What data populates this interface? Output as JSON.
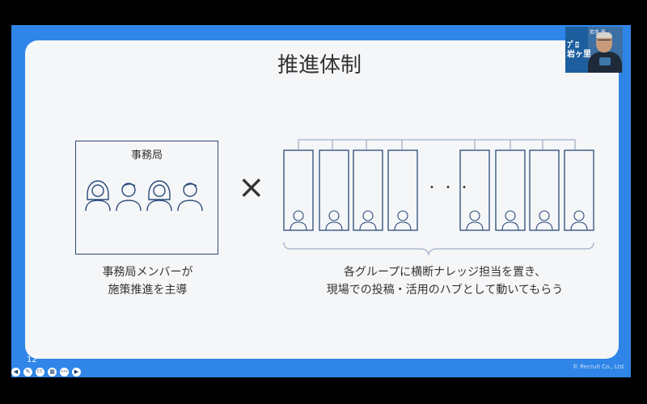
{
  "slide": {
    "title": "推進体制",
    "office_label": "事務局",
    "times_symbol": "×",
    "ellipsis": "・・・",
    "caption_left": [
      "事務局メンバーが",
      "施策推進を主導"
    ],
    "caption_right": [
      "各グループに横断ナレッジ担当を置き、",
      "現場での投稿・活用のハブとして動いてもらう"
    ],
    "page_number": "12",
    "copyright": "© Recruit Co., Ltd."
  },
  "video": {
    "logo_text": [
      "ﾌﾟﾛ",
      "岩ヶ里"
    ],
    "name_text": "若手 里"
  },
  "toolbar": {
    "buttons": [
      {
        "icon": "arrow-left-icon",
        "glyph": "◀"
      },
      {
        "icon": "pen-icon",
        "glyph": "✎"
      },
      {
        "icon": "captions-icon",
        "glyph": "CC"
      },
      {
        "icon": "slides-icon",
        "glyph": "▦"
      },
      {
        "icon": "more-icon",
        "glyph": "•••"
      },
      {
        "icon": "arrow-right-icon",
        "glyph": "▶"
      }
    ]
  },
  "colors": {
    "frame_blue": "#2f86e8",
    "slide_bg": "#f5f6f8",
    "line_navy": "#2a4a7a"
  }
}
